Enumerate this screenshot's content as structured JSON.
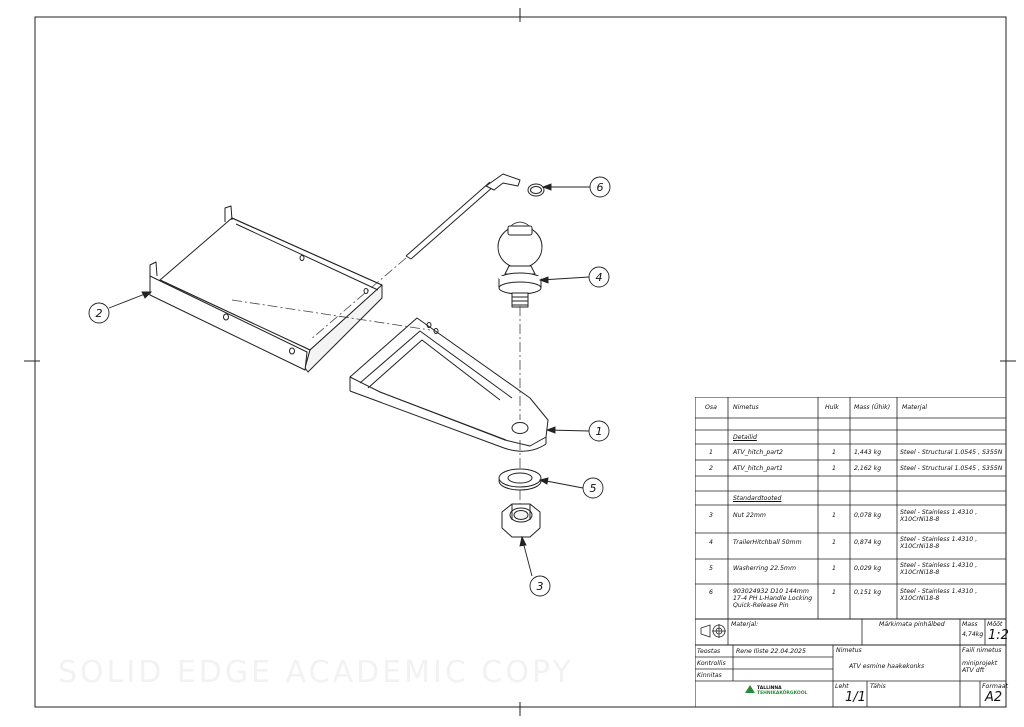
{
  "watermark": "SOLID EDGE ACADEMIC COPY",
  "balloons": [
    "1",
    "2",
    "3",
    "4",
    "5",
    "6"
  ],
  "bom": {
    "headers": {
      "osa": "Osa",
      "nimetus": "Nimetus",
      "hulk": "Hulk",
      "mass": "Mass (Ühik)",
      "materjal": "Materjal"
    },
    "section_details": "Detailid",
    "section_standard": "Standardtooted",
    "rows": [
      {
        "osa": "1",
        "nimetus": "ATV_hitch_part2",
        "hulk": "1",
        "mass": "1,443 kg",
        "materjal": "Steel - Structural 1.0545 , S355N"
      },
      {
        "osa": "2",
        "nimetus": "ATV_hitch_part1",
        "hulk": "1",
        "mass": "2,162 kg",
        "materjal": "Steel - Structural 1.0545 , S355N"
      },
      {
        "osa": "3",
        "nimetus": "Nut 22mm",
        "hulk": "1",
        "mass": "0,078 kg",
        "materjal": "Steel - Stainless 1.4310 , X10CrNi18-8"
      },
      {
        "osa": "4",
        "nimetus": "TrailerHitchball 50mm",
        "hulk": "1",
        "mass": "0,874 kg",
        "materjal": "Steel - Stainless 1.4310 , X10CrNi18-8"
      },
      {
        "osa": "5",
        "nimetus": "Washerring 22.5mm",
        "hulk": "1",
        "mass": "0,029 kg",
        "materjal": "Steel - Stainless 1.4310 , X10CrNi18-8"
      },
      {
        "osa": "6",
        "nimetus": "903024932 D10 144mm 17-4 PH L-Handle Locking Quick-Release Pin",
        "hulk": "1",
        "mass": "0,151 kg",
        "materjal": "Steel - Stainless 1.4310 , X10CrNi18-8"
      }
    ]
  },
  "title_block": {
    "materjal_label": "Materjal:",
    "markimata_label": "Märkimata pinhälbed",
    "mass_label": "Mass",
    "mass_value": "4,74kg",
    "moot_label": "Mõõt",
    "moot_value": "1:2",
    "teostas_label": "Teostas",
    "teostas_value": "Rene Iliste  22.04.2025",
    "kontrollis_label": "Kontrollis",
    "kinnitas_label": "Kinnitas",
    "nimetus_label": "Nimetus",
    "nimetus_value": "ATV esmine haakekonks",
    "faili_label": "Faili nimetus",
    "faili_value": "miniprojekt ATV dft",
    "leht_label": "Leht",
    "leht_value": "1/1",
    "tahis_label": "Tähis",
    "formaat_label": "Formaat",
    "formaat_value": "A2",
    "logo_line1": "TALLINNA",
    "logo_line2": "TEHNIKAKÕRGKOOL"
  }
}
